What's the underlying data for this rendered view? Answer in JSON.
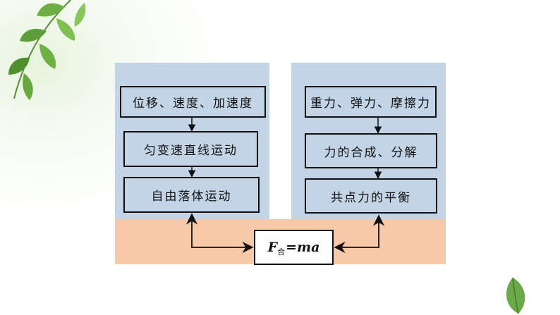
{
  "left_column": {
    "items": [
      "位移、速度、加速度",
      "匀变速直线运动",
      "自由落体运动"
    ]
  },
  "right_column": {
    "items": [
      "重力、弹力、摩擦力",
      "力的合成、分解",
      "共点力的平衡"
    ]
  },
  "center": {
    "formula_symbol": "F",
    "formula_subscript": "合",
    "formula_rest": "=ma"
  }
}
